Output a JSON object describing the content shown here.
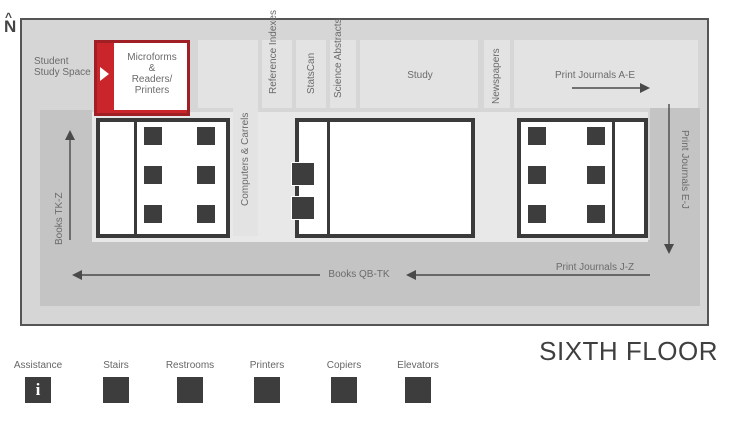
{
  "map": {
    "north_label": "N",
    "floor_title": "SIXTH FLOOR",
    "rooms": {
      "student_study": "Student\nStudy Space",
      "microforms": "Microforms\n&\nReaders/\nPrinters",
      "reference_indexes": "Reference\nIndexes",
      "statscan": "StatsCan",
      "science_abstracts": "Science\nAbstracts",
      "study": "Study",
      "newspapers": "Newspapers",
      "print_journals_ae": "Print Journals A-E",
      "computers_carrels": "Computers & Carrels",
      "print_journals_ej": "Print Journals E-J",
      "books_tkz": "Books TK-Z",
      "print_journals_jz": "Print Journals J-Z",
      "books_qbtk": "Books QB-TK"
    },
    "highlighted_room": "microforms",
    "colors": {
      "highlight": "#c9252b",
      "wall": "#3a3a3a",
      "floor": "#d6d6d6",
      "shelf": "#c4c4c4"
    }
  },
  "legend": [
    {
      "label": "Assistance",
      "icon": "info-icon"
    },
    {
      "label": "Stairs",
      "icon": "stairs-icon"
    },
    {
      "label": "Restrooms",
      "icon": "restroom-icon"
    },
    {
      "label": "Printers",
      "icon": "printer-icon"
    },
    {
      "label": "Copiers",
      "icon": "copier-icon"
    },
    {
      "label": "Elevators",
      "icon": "elevator-icon"
    }
  ]
}
